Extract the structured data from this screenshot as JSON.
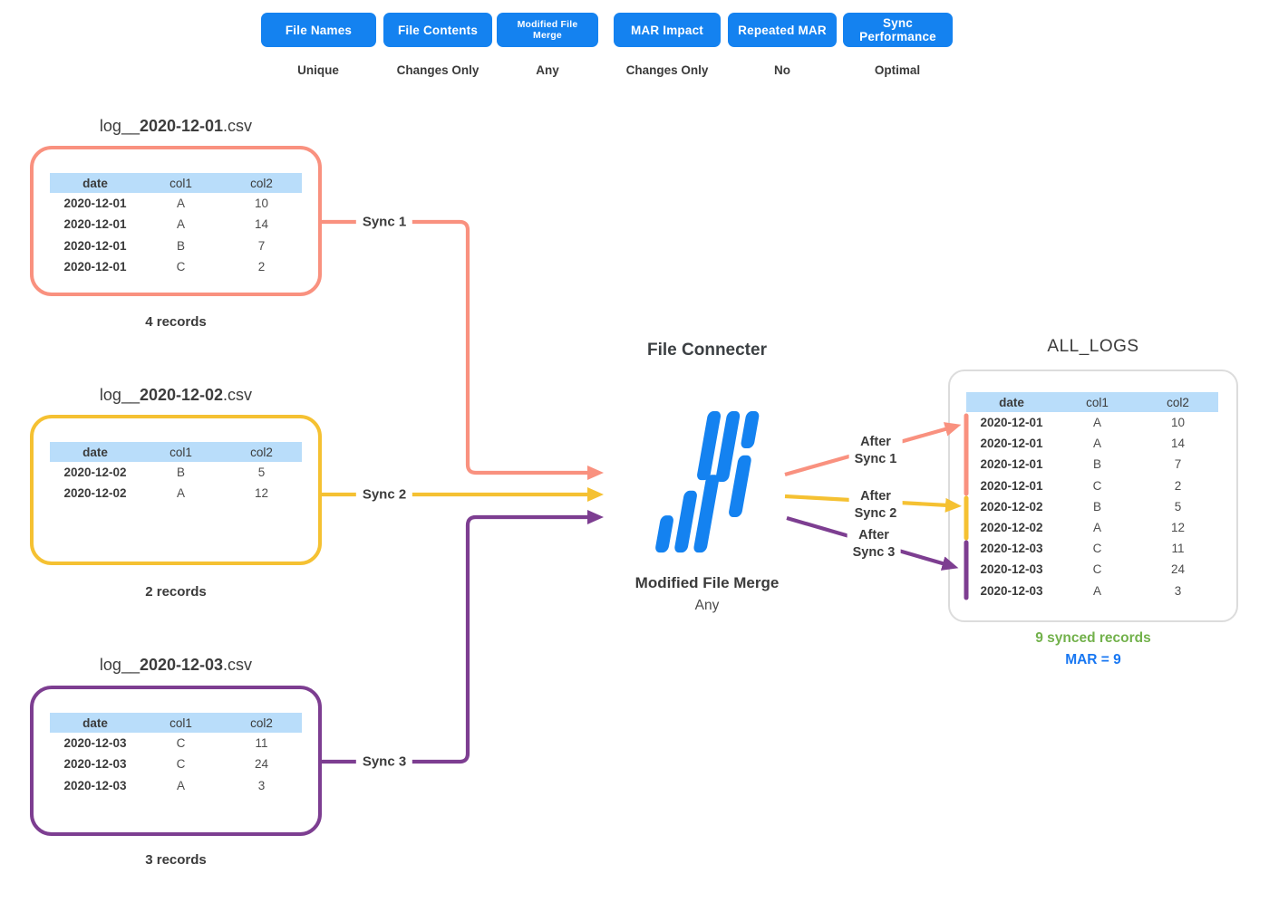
{
  "colors": {
    "accent_blue": "#1482f0",
    "mar_blue": "#1877f2",
    "salmon": "#f9917f",
    "yellow": "#f5c132",
    "purple": "#7d3e91",
    "green": "#72b14b",
    "table_header_blue": "#b9ddfa",
    "output_border_gray": "#dcdcdc"
  },
  "controls": {
    "buttons": [
      {
        "label": "File Names",
        "value": "Unique"
      },
      {
        "label": "File Contents",
        "value": "Changes Only"
      },
      {
        "label": "Modified File Merge",
        "value": "Any"
      },
      {
        "label": "MAR Impact",
        "value": "Changes Only"
      },
      {
        "label": "Repeated MAR",
        "value": "No"
      },
      {
        "label": "Sync Performance",
        "value": "Optimal"
      }
    ]
  },
  "table_columns": {
    "date": "date",
    "col1": "col1",
    "col2": "col2"
  },
  "files": [
    {
      "title_prefix": "log__",
      "title_date": "2020-12-01",
      "title_ext": ".csv",
      "records": "4 records",
      "sync_label": "Sync 1",
      "rows": [
        {
          "date": "2020-12-01",
          "col1": "A",
          "col2": "10"
        },
        {
          "date": "2020-12-01",
          "col1": "A",
          "col2": "14"
        },
        {
          "date": "2020-12-01",
          "col1": "B",
          "col2": "7"
        },
        {
          "date": "2020-12-01",
          "col1": "C",
          "col2": "2"
        }
      ]
    },
    {
      "title_prefix": "log__",
      "title_date": "2020-12-02",
      "title_ext": ".csv",
      "records": "2 records",
      "sync_label": "Sync 2",
      "rows": [
        {
          "date": "2020-12-02",
          "col1": "B",
          "col2": "5"
        },
        {
          "date": "2020-12-02",
          "col1": "A",
          "col2": "12"
        }
      ]
    },
    {
      "title_prefix": "log__",
      "title_date": "2020-12-03",
      "title_ext": ".csv",
      "records": "3 records",
      "sync_label": "Sync 3",
      "rows": [
        {
          "date": "2020-12-03",
          "col1": "C",
          "col2": "11"
        },
        {
          "date": "2020-12-03",
          "col1": "C",
          "col2": "24"
        },
        {
          "date": "2020-12-03",
          "col1": "A",
          "col2": "3"
        }
      ]
    }
  ],
  "connector": {
    "title": "File Connecter",
    "mode": "Modified File Merge",
    "mode_value": "Any"
  },
  "output": {
    "title": "ALL_LOGS",
    "rows": [
      {
        "date": "2020-12-01",
        "col1": "A",
        "col2": "10"
      },
      {
        "date": "2020-12-01",
        "col1": "A",
        "col2": "14"
      },
      {
        "date": "2020-12-01",
        "col1": "B",
        "col2": "7"
      },
      {
        "date": "2020-12-01",
        "col1": "C",
        "col2": "2"
      },
      {
        "date": "2020-12-02",
        "col1": "B",
        "col2": "5"
      },
      {
        "date": "2020-12-02",
        "col1": "A",
        "col2": "12"
      },
      {
        "date": "2020-12-03",
        "col1": "C",
        "col2": "11"
      },
      {
        "date": "2020-12-03",
        "col1": "C",
        "col2": "24"
      },
      {
        "date": "2020-12-03",
        "col1": "A",
        "col2": "3"
      }
    ],
    "synced": "9 synced records",
    "mar": "MAR = 9",
    "after_labels": [
      {
        "line1": "After",
        "line2": "Sync 1"
      },
      {
        "line1": "After",
        "line2": "Sync 2"
      },
      {
        "line1": "After",
        "line2": "Sync 3"
      }
    ]
  }
}
